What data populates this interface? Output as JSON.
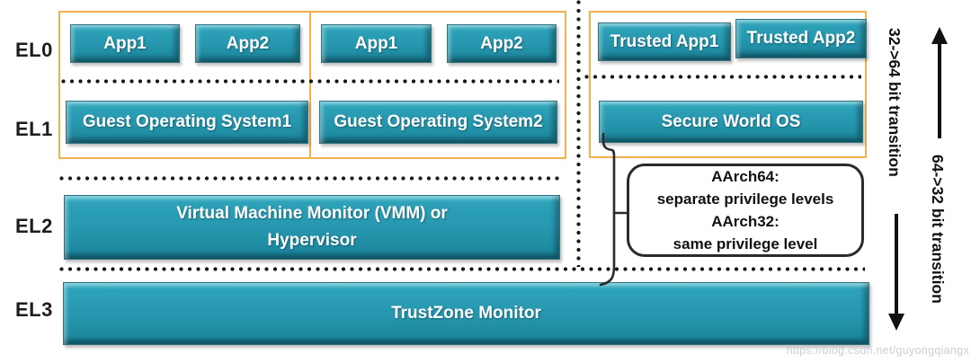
{
  "el_labels": [
    "EL0",
    "EL1",
    "EL2",
    "EL3"
  ],
  "normal_world": {
    "vm1": {
      "apps": [
        "App1",
        "App2"
      ],
      "os": "Guest Operating System1"
    },
    "vm2": {
      "apps": [
        "App1",
        "App2"
      ],
      "os": "Guest Operating System2"
    },
    "hypervisor_line1": "Virtual Machine Monitor (VMM) or",
    "hypervisor_line2": "Hypervisor"
  },
  "secure_world": {
    "apps": [
      "Trusted App1",
      "Trusted App2"
    ],
    "os": "Secure World OS"
  },
  "el3": {
    "label": "TrustZone Monitor"
  },
  "annotation": {
    "line1": "AArch64:",
    "line2": "separate privilege levels",
    "line3": "AArch32:",
    "line4": "same privilege level"
  },
  "transitions": {
    "down_label": "32->64 bit transition",
    "up_label": "64->32 bit transition"
  },
  "watermark": {
    "text": "https://blog.csdn.net/guyongqiangx"
  },
  "colors": {
    "box_teal": "#2596ad",
    "box_teal_highlight": "#55bfd3",
    "box_teal_shadow": "#15748a",
    "group_border_orange": "#f3b14e",
    "dotted_line": "#151515",
    "annotation_border": "#2b2b2b",
    "arrow_black": "#111111",
    "watermark_gray": "#c8d0d4"
  }
}
